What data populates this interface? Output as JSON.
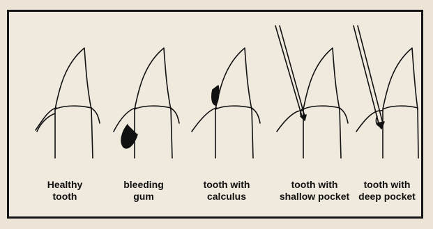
{
  "panels": [
    {
      "id": "healthy",
      "label_line1": "Healthy",
      "label_line2": "tooth"
    },
    {
      "id": "bleeding",
      "label_line1": "bleeding",
      "label_line2": "gum"
    },
    {
      "id": "calculus",
      "label_line1": "tooth with",
      "label_line2": "calculus"
    },
    {
      "id": "shallow",
      "label_line1": "tooth with",
      "label_line2": "shallow pocket"
    },
    {
      "id": "deep",
      "label_line1": "tooth with",
      "label_line2": "deep pocket"
    }
  ],
  "colors": {
    "ink": "#111111",
    "paper": "#f0e9dd",
    "page": "#ece4d6"
  }
}
